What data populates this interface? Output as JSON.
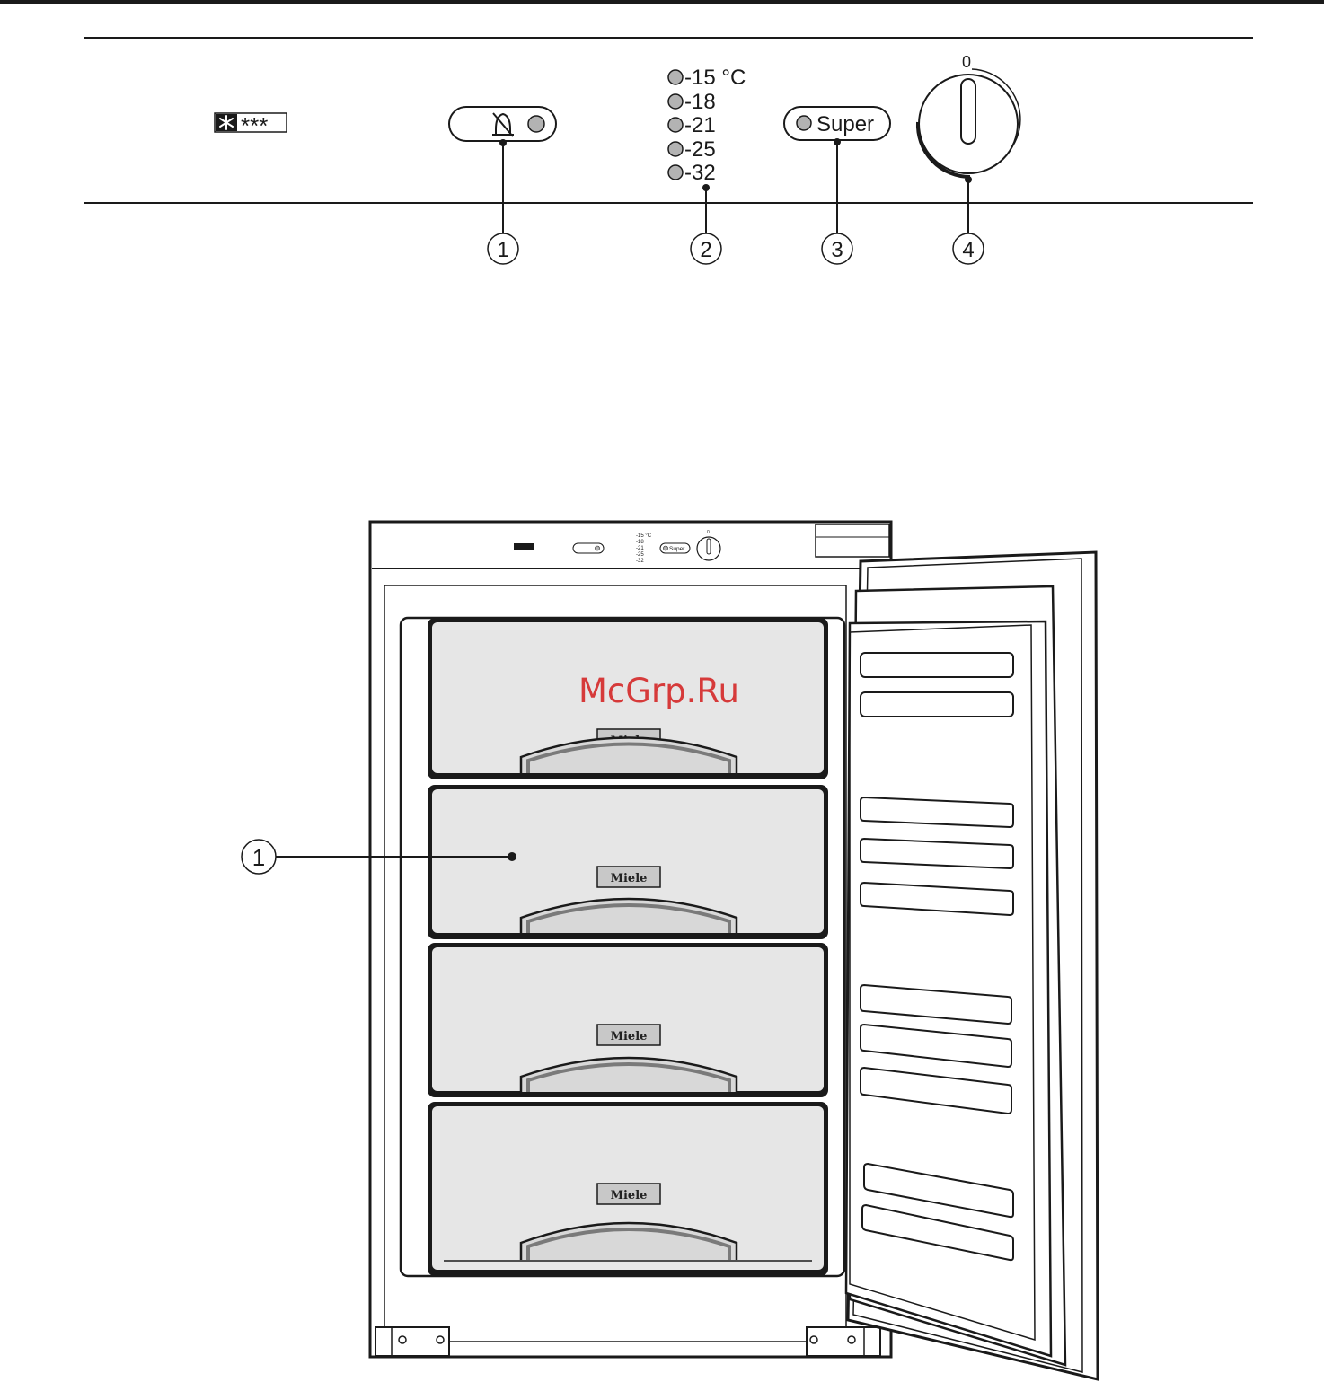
{
  "control_panel": {
    "star_rating": "***",
    "temperatures": [
      "-15 °C",
      "-18",
      "-21",
      "-25",
      "-32"
    ],
    "super_label": "Super",
    "dial_zero": "0",
    "callouts": [
      "1",
      "2",
      "3",
      "4"
    ]
  },
  "appliance": {
    "mini_temperatures": [
      "-15 °C",
      "-18",
      "-21",
      "-25",
      "-32"
    ],
    "mini_super_label": "Super",
    "mini_dial_zero": "0",
    "drawer_brand": "Miele",
    "drawer_callout": "1"
  },
  "watermark": "McGrp.Ru",
  "icons": {
    "freezer_star": "snowflake-icon",
    "alarm_off": "bell-crossed-icon"
  },
  "colors": {
    "line": "#1a1a1a",
    "drawer_fill": "#e6e6e6",
    "indicator_fill": "#b3b3b3",
    "badge_fill": "#c8c8c8",
    "watermark": "#d63a3a"
  }
}
